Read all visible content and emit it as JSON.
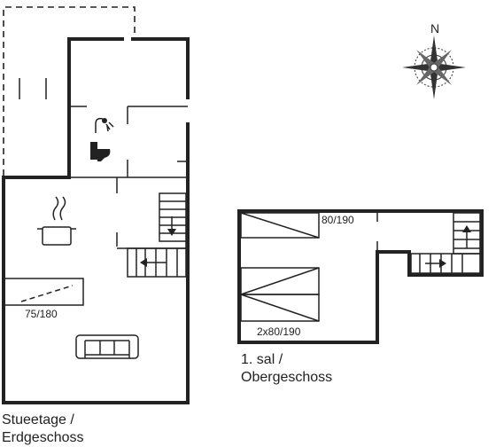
{
  "ground_floor": {
    "caption_line1": "Stueetage /",
    "caption_line2": "Erdgeschoss",
    "bed_label": "75/180"
  },
  "upper_floor": {
    "caption_line1": "1. sal /",
    "caption_line2": "Obergeschoss",
    "bed_label_top": "80/190",
    "bed_label_bottom": "2x80/190"
  },
  "compass": {
    "north_label": "N"
  },
  "icons": [
    "shower-icon",
    "toilet-icon",
    "cooking-pot-icon",
    "sofa-icon",
    "compass-rose-icon",
    "stairs-arrow-icon"
  ]
}
